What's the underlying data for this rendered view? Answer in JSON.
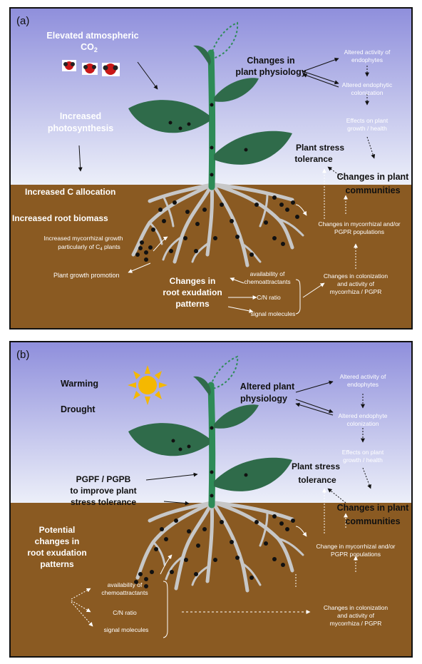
{
  "panel_a": {
    "label": "(a)",
    "elevated_co2_line1": "Elevated atmospheric",
    "elevated_co2_line2": "CO",
    "elevated_co2_sub": "2",
    "increased_photosynthesis_line1": "Increased",
    "increased_photosynthesis_line2": "photosynthesis",
    "increased_c_allocation": "Increased C allocation",
    "increased_root_biomass": "Increased root biomass",
    "increased_mycorrhizal_line1": "Increased mycorrhizal growth",
    "increased_mycorrhizal_line2": "particularly of C",
    "increased_mycorrhizal_sub": "4",
    "increased_mycorrhizal_line2_end": " plants",
    "plant_growth_promotion": "Plant growth promotion",
    "changes_in_plant_physiology_line1": "Changes in",
    "changes_in_plant_physiology_line2": "plant physiology",
    "altered_activity_line1": "Altered activity of",
    "altered_activity_line2": "endophytes",
    "altered_colonization_line1": "Altered endophytic",
    "altered_colonization_line2": "colonization",
    "effects_line1": "Effects on plant",
    "effects_line2": "growth / health",
    "plant_stress_tolerance_line1": "Plant stress",
    "plant_stress_tolerance_line2": "tolerance",
    "changes_in_plant_communities_line1": "Changes in plant",
    "changes_in_plant_communities_line2": "communities",
    "mycorrhizal_populations_line1": "Changes in mycorrhizal and/or",
    "mycorrhizal_populations_line2": "PGPR populations",
    "colonization_activity_line1": "Changes in colonization",
    "colonization_activity_line2": "and activity of",
    "colonization_activity_line3": "mycorrhiza / PGPR",
    "root_exudation_line1": "Changes in",
    "root_exudation_line2": "root exudation",
    "root_exudation_line3": "patterns",
    "chemo_line1": "availability of",
    "chemo_line2": "chemoattractants",
    "cn_ratio": "C/N ratio",
    "signal_molecules": "signal molecules"
  },
  "panel_b": {
    "label": "(b)",
    "warming": "Warming",
    "drought": "Drought",
    "altered_plant_physiology_line1": "Altered plant",
    "altered_plant_physiology_line2": "physiology",
    "altered_activity_line1": "Altered activity of",
    "altered_activity_line2": "endophytes",
    "altered_colonization_line1": "Altered endophyte",
    "altered_colonization_line2": "colonization",
    "effects_line1": "Effects on plant",
    "effects_line2": "growth / health",
    "plant_stress_tolerance_line1": "Plant stress",
    "plant_stress_tolerance_line2": "tolerance",
    "changes_in_plant_communities_line1": "Changes in plant",
    "changes_in_plant_communities_line2": "communities",
    "pgpf_line1": "PGPF / PGPB",
    "pgpf_line2": "to improve plant",
    "pgpf_line3": "stress tolerance",
    "potential_line1": "Potential",
    "potential_line2": "changes in",
    "potential_line3": "root exudation",
    "potential_line4": "patterns",
    "mycorrhizal_populations_line1": "Change in mycorrhizal and/or",
    "mycorrhizal_populations_line2": "PGPR populations",
    "colonization_activity_line1": "Changes in colonization",
    "colonization_activity_line2": "and activity of",
    "colonization_activity_line3": "mycorrhiza / PGPR",
    "chemo_line1": "availability of",
    "chemo_line2": "chemoattractants",
    "cn_ratio": "C/N ratio",
    "signal_molecules": "signal molecules"
  },
  "colors": {
    "sky_top": "#8f8fdc",
    "sky_bottom": "#e9eaf8",
    "soil": "#8a5a22",
    "stem": "#2e8b57",
    "leaf": "#2f6b4a",
    "root": "#c7c7c7",
    "dot": "#111111",
    "sun": "#f5b800"
  }
}
